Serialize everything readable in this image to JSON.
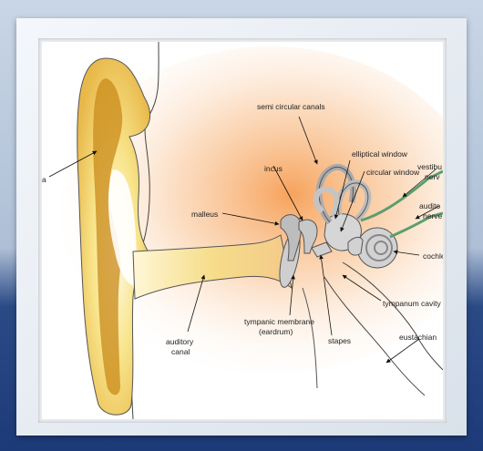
{
  "diagram": {
    "labels": {
      "pinna": "a",
      "semicircular_canals": "semi circular canals",
      "elliptical_window": "elliptical window",
      "circular_window": "circular window",
      "vestibular_nerve_1": "vestibu",
      "vestibular_nerve_2": "nerv",
      "auditory_nerve_1": "audito",
      "auditory_nerve_2": "nerve",
      "incus": "incus",
      "malleus": "malleus",
      "cochlea": "cochlea",
      "tympanum_cavity": "tympanum cavity",
      "tympanic_membrane_1": "tympanic membrane",
      "tympanic_membrane_2": "(eardrum)",
      "stapes": "stapes",
      "auditory_canal_1": "auditory",
      "auditory_canal_2": "canal",
      "eustachian": "eustachian"
    },
    "colors": {
      "outer_ear": "#f6e27a",
      "outer_ear_dark": "#c98a1a",
      "glow": "#f7a35c",
      "bone": "#bdbdbd",
      "nerve": "#5c9e6e",
      "outline": "#444444"
    }
  }
}
